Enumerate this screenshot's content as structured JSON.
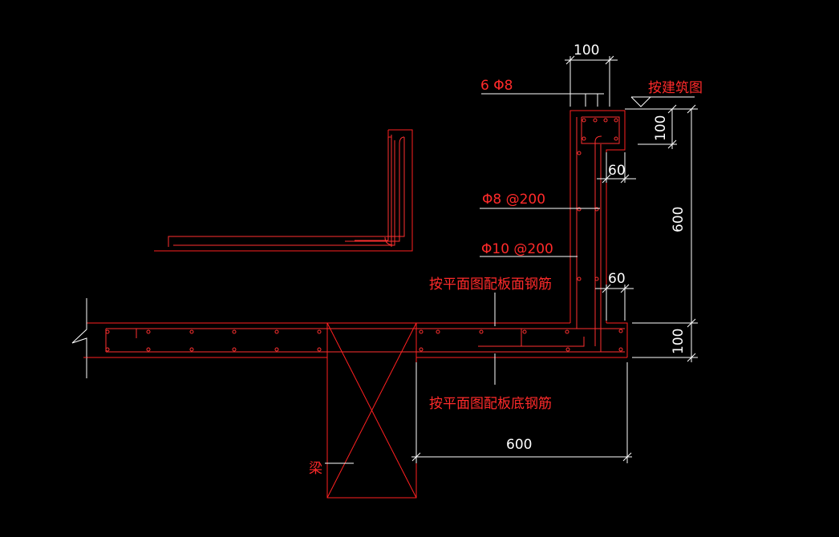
{
  "drawing": {
    "colors": {
      "background": "#000000",
      "concrete_outline": "#ff2020",
      "rebar": "#ff3030",
      "dimension": "#ffffff",
      "annotation_text": "#ff2a2a"
    },
    "labels": {
      "top_bars": "6 Φ8",
      "architecture_ref": "按建筑图",
      "stirrup": "Φ8 @200",
      "wall_bar": "Φ10 @200",
      "slab_top_rebar": "按平面图配板面钢筋",
      "slab_bottom_rebar": "按平面图配板底钢筋",
      "beam": "梁"
    },
    "dimensions": {
      "top_width": "100",
      "top_cap_height": "100",
      "upper_offset": "60",
      "wall_height": "600",
      "lower_offset": "60",
      "slab_thickness": "100",
      "overhang_length": "600"
    }
  }
}
